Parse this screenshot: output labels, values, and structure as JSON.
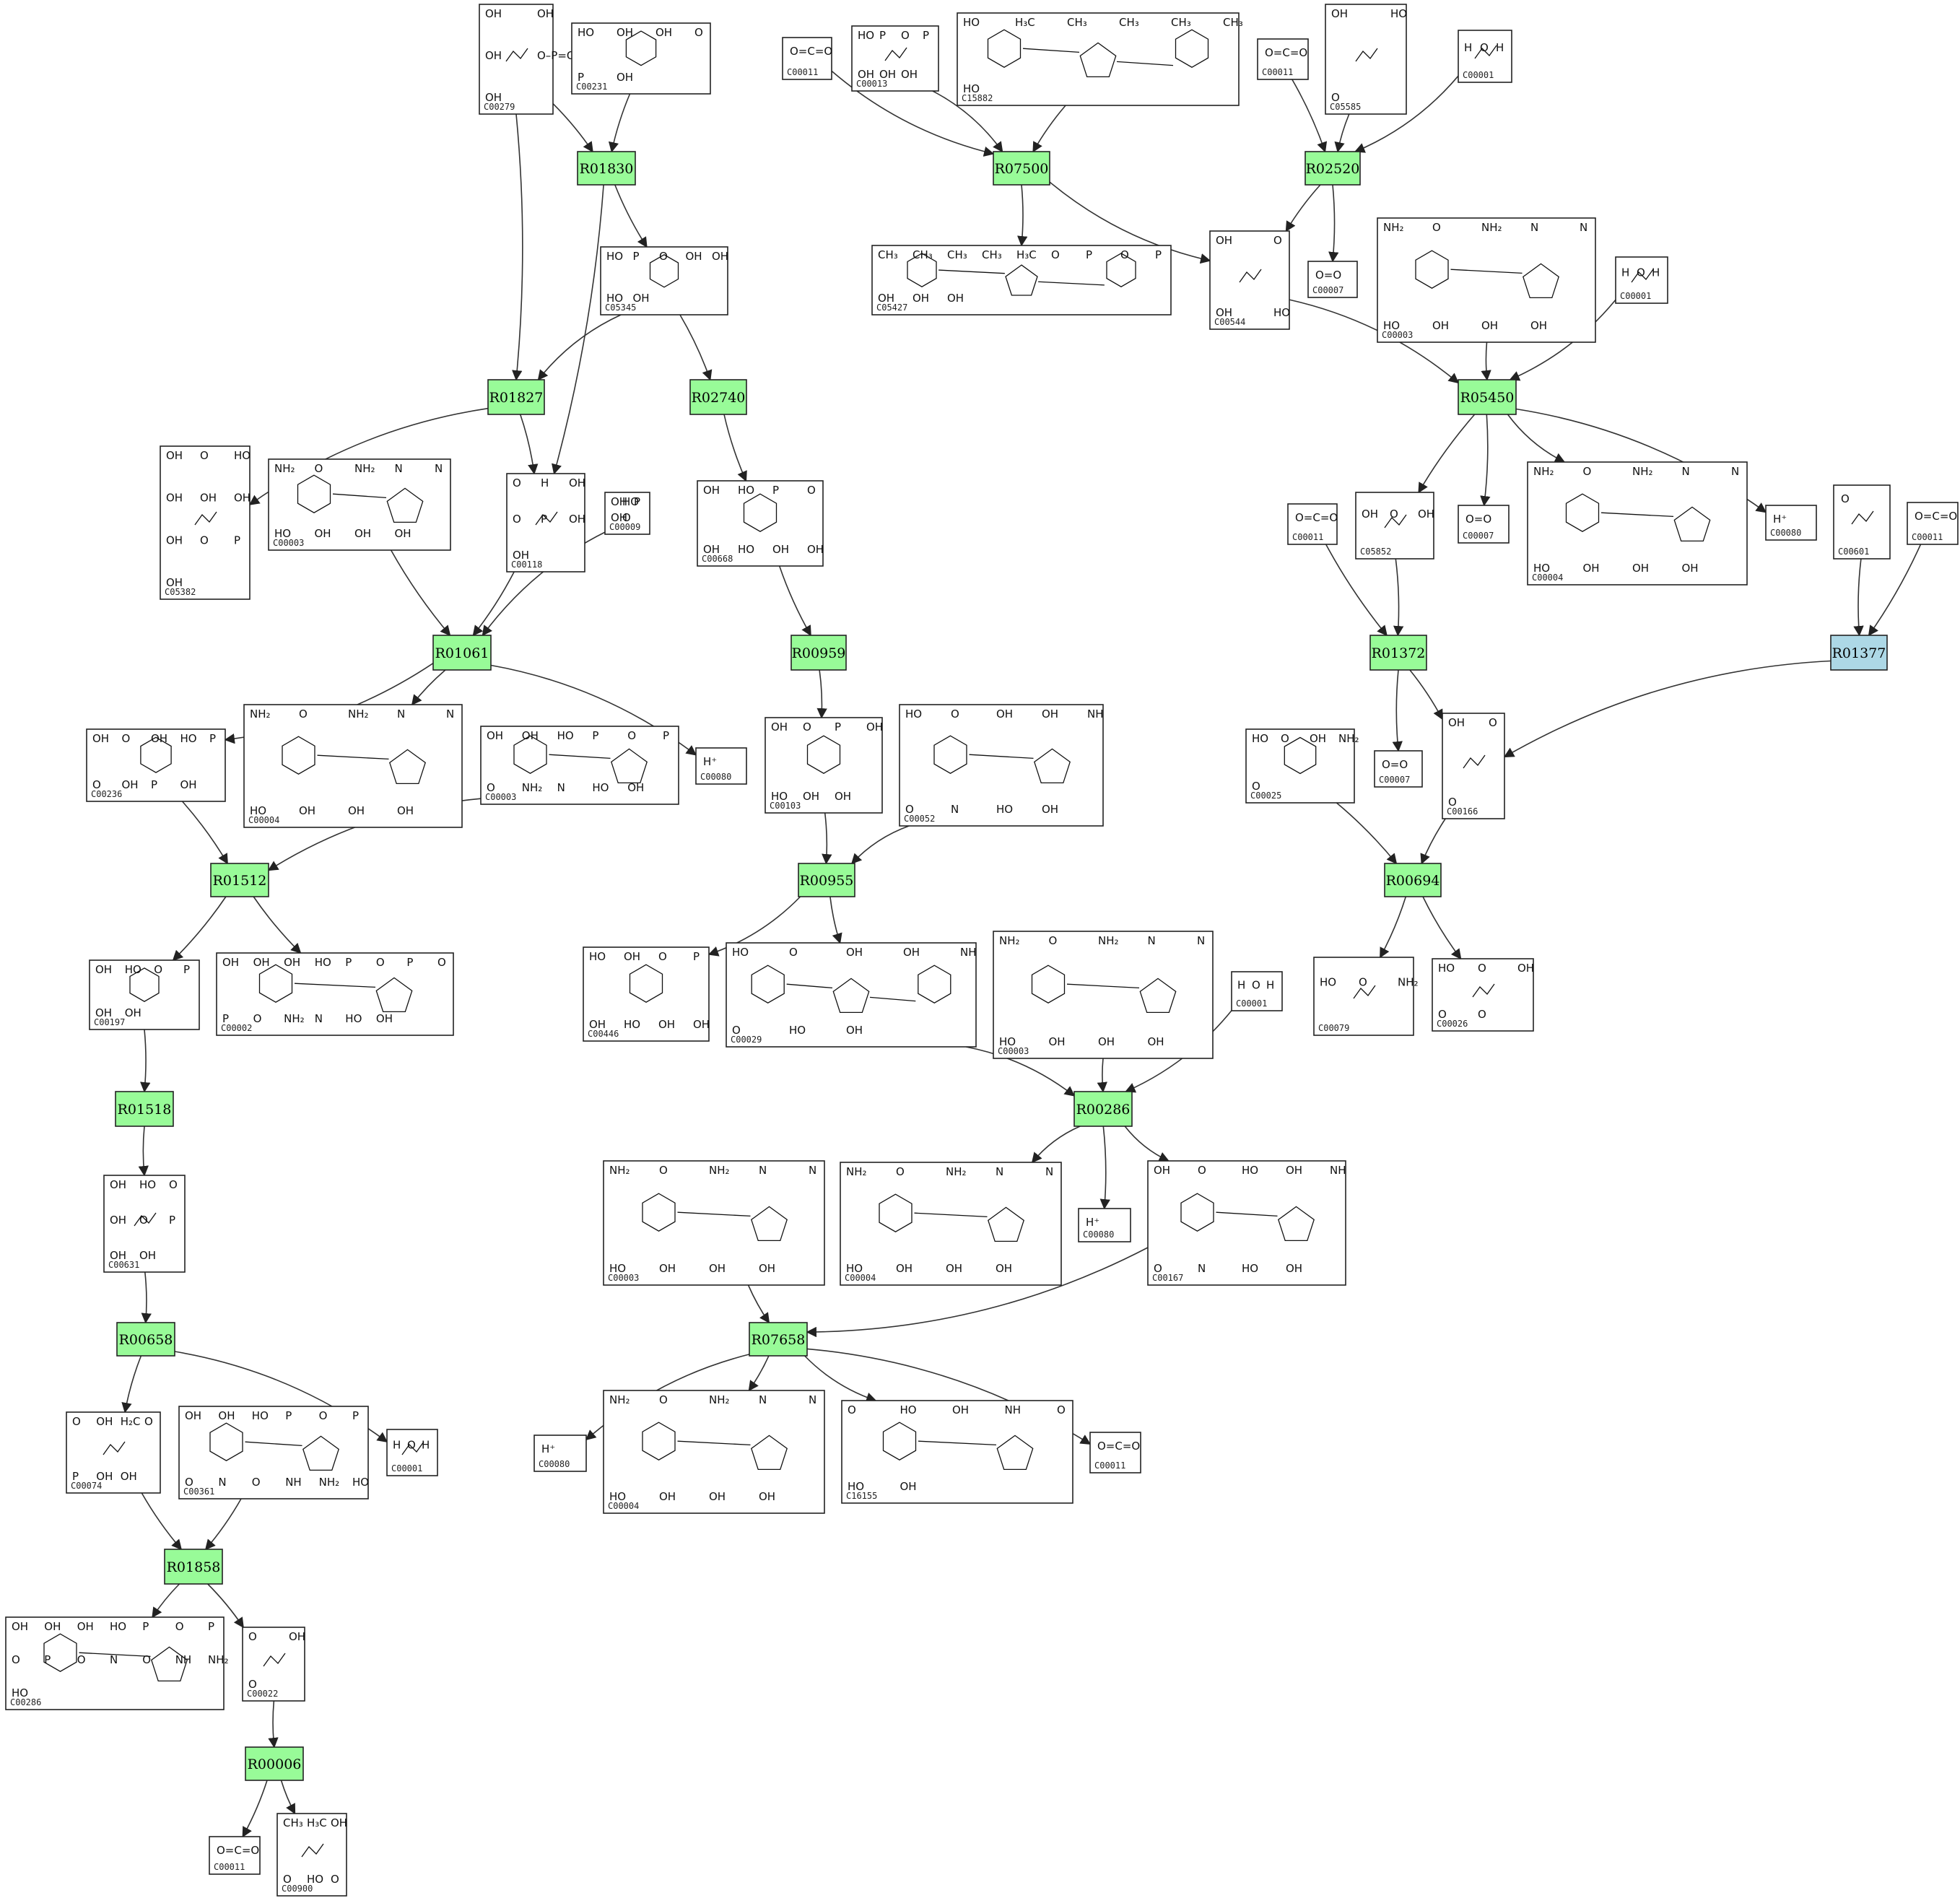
{
  "diagram": {
    "type": "metabolic-reaction-network",
    "colors": {
      "reaction_fill": "#98fb98",
      "highlight_fill": "#add8e6",
      "compound_stroke": "#222222",
      "edge_color": "#333333",
      "background": "#ffffff"
    },
    "compounds": [
      {
        "id": "c1",
        "cid": "C00279",
        "atoms": [
          "OH",
          "OH",
          "OH",
          "O–P=O",
          "OH"
        ]
      },
      {
        "id": "c2",
        "cid": "C00231",
        "atoms": [
          "HO",
          "OH",
          "OH",
          "O",
          "P",
          "OH"
        ]
      },
      {
        "id": "c3",
        "cid": "C00011",
        "atoms": [
          "O=C=O"
        ]
      },
      {
        "id": "c4",
        "cid": "C00013",
        "atoms": [
          "HO",
          "P",
          "O",
          "P",
          "OH",
          "OH",
          "OH"
        ]
      },
      {
        "id": "c5",
        "cid": "C15882",
        "atoms": [
          "HO",
          "H₃C",
          "CH₃",
          "CH₃",
          "CH₃",
          "CH₃",
          "HO"
        ]
      },
      {
        "id": "c6",
        "cid": "C00011",
        "atoms": [
          "O=C=O"
        ]
      },
      {
        "id": "c7",
        "cid": "C05585",
        "atoms": [
          "OH",
          "HO",
          "O"
        ]
      },
      {
        "id": "c8",
        "cid": "C00001",
        "atoms": [
          "H",
          "O",
          "H"
        ]
      },
      {
        "id": "c9",
        "cid": "C05345",
        "atoms": [
          "HO",
          "P",
          "O",
          "OH",
          "OH",
          "HO",
          "OH"
        ]
      },
      {
        "id": "c10",
        "cid": "C05427",
        "atoms": [
          "CH₃",
          "CH₃",
          "CH₃",
          "CH₃",
          "H₃C",
          "O",
          "P",
          "O",
          "P",
          "OH",
          "OH",
          "OH"
        ]
      },
      {
        "id": "c11",
        "cid": "C00544",
        "atoms": [
          "OH",
          "O",
          "OH",
          "HO"
        ]
      },
      {
        "id": "c12",
        "cid": "C00007",
        "atoms": [
          "O=O"
        ]
      },
      {
        "id": "c13",
        "cid": "C00003",
        "atoms": [
          "NH₂",
          "O",
          "NH₂",
          "N",
          "N",
          "HO",
          "OH",
          "OH",
          "OH"
        ]
      },
      {
        "id": "c14",
        "cid": "C00001",
        "atoms": [
          "H",
          "O",
          "H"
        ]
      },
      {
        "id": "c15",
        "cid": "C05382",
        "atoms": [
          "OH",
          "O",
          "HO",
          "OH",
          "OH",
          "OH",
          "OH",
          "O",
          "P",
          "OH"
        ]
      },
      {
        "id": "c16",
        "cid": "C00003",
        "atoms": [
          "NH₂",
          "O",
          "NH₂",
          "N",
          "N",
          "HO",
          "OH",
          "OH",
          "OH"
        ]
      },
      {
        "id": "c17",
        "cid": "C00118",
        "atoms": [
          "O",
          "H",
          "OH",
          "O",
          "P",
          "OH",
          "OH"
        ]
      },
      {
        "id": "c18",
        "cid": "C00009",
        "atoms": [
          "OH",
          "HO",
          "P",
          "OH",
          "O"
        ]
      },
      {
        "id": "c19",
        "cid": "C00668",
        "atoms": [
          "OH",
          "HO",
          "P",
          "O",
          "OH",
          "HO",
          "OH",
          "OH"
        ]
      },
      {
        "id": "c20",
        "cid": "C00011",
        "atoms": [
          "O=C=O"
        ]
      },
      {
        "id": "c21",
        "cid": "C05852",
        "atoms": [
          "OH",
          "O",
          "OH"
        ]
      },
      {
        "id": "c22",
        "cid": "C00007",
        "atoms": [
          "O=O"
        ]
      },
      {
        "id": "c23",
        "cid": "C00004",
        "atoms": [
          "NH₂",
          "O",
          "NH₂",
          "N",
          "N",
          "HO",
          "OH",
          "OH",
          "OH"
        ]
      },
      {
        "id": "c24",
        "cid": "C00080",
        "atoms": [
          "H⁺"
        ]
      },
      {
        "id": "c25",
        "cid": "C00601",
        "atoms": [
          "O"
        ]
      },
      {
        "id": "c26",
        "cid": "C00011",
        "atoms": [
          "O=C=O"
        ]
      },
      {
        "id": "c27",
        "cid": "C00236",
        "atoms": [
          "OH",
          "O",
          "OH",
          "HO",
          "P",
          "O",
          "OH",
          "P",
          "OH"
        ]
      },
      {
        "id": "c28",
        "cid": "C00004",
        "atoms": [
          "NH₂",
          "O",
          "NH₂",
          "N",
          "N",
          "HO",
          "OH",
          "OH",
          "OH"
        ]
      },
      {
        "id": "c29",
        "cid": "C00003",
        "atoms": [
          "OH",
          "OH",
          "HO",
          "P",
          "O",
          "P",
          "O",
          "NH₂",
          "N",
          "HO",
          "OH"
        ]
      },
      {
        "id": "c30",
        "cid": "C00080",
        "atoms": [
          "H⁺"
        ]
      },
      {
        "id": "c31",
        "cid": "C00103",
        "atoms": [
          "OH",
          "O",
          "P",
          "OH",
          "HO",
          "OH",
          "OH"
        ]
      },
      {
        "id": "c32",
        "cid": "C00052",
        "atoms": [
          "HO",
          "O",
          "OH",
          "OH",
          "NH",
          "O",
          "N",
          "HO",
          "OH"
        ]
      },
      {
        "id": "c33",
        "cid": "C00025",
        "atoms": [
          "HO",
          "O",
          "OH",
          "NH₂",
          "O"
        ]
      },
      {
        "id": "c34",
        "cid": "C00007",
        "atoms": [
          "O=O"
        ]
      },
      {
        "id": "c35",
        "cid": "C00166",
        "atoms": [
          "OH",
          "O",
          "O"
        ]
      },
      {
        "id": "c36",
        "cid": "C00197",
        "atoms": [
          "OH",
          "HO",
          "O",
          "P",
          "OH",
          "OH"
        ]
      },
      {
        "id": "c37",
        "cid": "C00002",
        "atoms": [
          "OH",
          "OH",
          "OH",
          "HO",
          "P",
          "O",
          "P",
          "O",
          "P",
          "O",
          "NH₂",
          "N",
          "HO",
          "OH"
        ]
      },
      {
        "id": "c38",
        "cid": "C00446",
        "atoms": [
          "HO",
          "OH",
          "O",
          "P",
          "OH",
          "HO",
          "OH",
          "OH"
        ]
      },
      {
        "id": "c39",
        "cid": "C00029",
        "atoms": [
          "HO",
          "O",
          "OH",
          "OH",
          "NH",
          "O",
          "HO",
          "OH"
        ]
      },
      {
        "id": "c40",
        "cid": "C00003",
        "atoms": [
          "NH₂",
          "O",
          "NH₂",
          "N",
          "N",
          "HO",
          "OH",
          "OH",
          "OH"
        ]
      },
      {
        "id": "c41",
        "cid": "C00001",
        "atoms": [
          "H",
          "O",
          "H"
        ]
      },
      {
        "id": "c42",
        "cid": "C00079",
        "atoms": [
          "HO",
          "O",
          "NH₂"
        ]
      },
      {
        "id": "c43",
        "cid": "C00026",
        "atoms": [
          "HO",
          "O",
          "OH",
          "O",
          "O"
        ]
      },
      {
        "id": "c44",
        "cid": "C00631",
        "atoms": [
          "OH",
          "HO",
          "O",
          "OH",
          "O",
          "P",
          "OH",
          "OH"
        ]
      },
      {
        "id": "c45",
        "cid": "C00003",
        "atoms": [
          "NH₂",
          "O",
          "NH₂",
          "N",
          "N",
          "HO",
          "OH",
          "OH",
          "OH"
        ]
      },
      {
        "id": "c46",
        "cid": "C00004",
        "atoms": [
          "NH₂",
          "O",
          "NH₂",
          "N",
          "N",
          "HO",
          "OH",
          "OH",
          "OH"
        ]
      },
      {
        "id": "c47",
        "cid": "C00080",
        "atoms": [
          "H⁺"
        ]
      },
      {
        "id": "c48",
        "cid": "C00167",
        "atoms": [
          "OH",
          "O",
          "HO",
          "OH",
          "NH",
          "O",
          "N",
          "HO",
          "OH"
        ]
      },
      {
        "id": "c49",
        "cid": "C00074",
        "atoms": [
          "O",
          "OH",
          "H₂C",
          "O",
          "P",
          "OH",
          "OH"
        ]
      },
      {
        "id": "c50",
        "cid": "C00361",
        "atoms": [
          "OH",
          "OH",
          "HO",
          "P",
          "O",
          "P",
          "O",
          "N",
          "O",
          "NH",
          "NH₂",
          "HO"
        ]
      },
      {
        "id": "c51",
        "cid": "C00001",
        "atoms": [
          "H",
          "O",
          "H"
        ]
      },
      {
        "id": "c52",
        "cid": "C00080",
        "atoms": [
          "H⁺"
        ]
      },
      {
        "id": "c53",
        "cid": "C00004",
        "atoms": [
          "NH₂",
          "O",
          "NH₂",
          "N",
          "N",
          "HO",
          "OH",
          "OH",
          "OH"
        ]
      },
      {
        "id": "c54",
        "cid": "C16155",
        "atoms": [
          "O",
          "HO",
          "OH",
          "NH",
          "O",
          "HO",
          "OH"
        ]
      },
      {
        "id": "c55",
        "cid": "C00011",
        "atoms": [
          "O=C=O"
        ]
      },
      {
        "id": "c56",
        "cid": "C00286",
        "atoms": [
          "OH",
          "OH",
          "OH",
          "HO",
          "P",
          "O",
          "P",
          "O",
          "P",
          "O",
          "N",
          "O",
          "NH",
          "NH₂",
          "HO"
        ]
      },
      {
        "id": "c57",
        "cid": "C00022",
        "atoms": [
          "O",
          "OH",
          "O"
        ]
      },
      {
        "id": "c58",
        "cid": "C00011",
        "atoms": [
          "O=C=O"
        ]
      },
      {
        "id": "c59",
        "cid": "C00900",
        "atoms": [
          "CH₃",
          "H₃C",
          "OH",
          "O",
          "HO",
          "O"
        ]
      }
    ],
    "reactions": [
      {
        "id": "r1",
        "label": "R01830",
        "highlight": false
      },
      {
        "id": "r2",
        "label": "R07500",
        "highlight": false
      },
      {
        "id": "r3",
        "label": "R02520",
        "highlight": false
      },
      {
        "id": "r4",
        "label": "R01827",
        "highlight": false
      },
      {
        "id": "r5",
        "label": "R02740",
        "highlight": false
      },
      {
        "id": "r6",
        "label": "R05450",
        "highlight": false
      },
      {
        "id": "r7",
        "label": "R01061",
        "highlight": false
      },
      {
        "id": "r8",
        "label": "R00959",
        "highlight": false
      },
      {
        "id": "r9",
        "label": "R01372",
        "highlight": false
      },
      {
        "id": "r10",
        "label": "R01377",
        "highlight": true
      },
      {
        "id": "r11",
        "label": "R01512",
        "highlight": false
      },
      {
        "id": "r12",
        "label": "R00955",
        "highlight": false
      },
      {
        "id": "r13",
        "label": "R00694",
        "highlight": false
      },
      {
        "id": "r14",
        "label": "R01518",
        "highlight": false
      },
      {
        "id": "r15",
        "label": "R00286",
        "highlight": false
      },
      {
        "id": "r16",
        "label": "R00658",
        "highlight": false
      },
      {
        "id": "r17",
        "label": "R07658",
        "highlight": false
      },
      {
        "id": "r18",
        "label": "R01858",
        "highlight": false
      },
      {
        "id": "r19",
        "label": "R00006",
        "highlight": false
      }
    ],
    "edges": [
      [
        "c1",
        "r1"
      ],
      [
        "c2",
        "r1"
      ],
      [
        "c1",
        "r4"
      ],
      [
        "r1",
        "c9"
      ],
      [
        "r1",
        "c17"
      ],
      [
        "c3",
        "r2"
      ],
      [
        "c4",
        "r2"
      ],
      [
        "c5",
        "r2"
      ],
      [
        "r2",
        "c10"
      ],
      [
        "r2",
        "c11"
      ],
      [
        "c6",
        "r3"
      ],
      [
        "c7",
        "r3"
      ],
      [
        "c8",
        "r3"
      ],
      [
        "r3",
        "c11"
      ],
      [
        "r3",
        "c12"
      ],
      [
        "c9",
        "r4"
      ],
      [
        "c9",
        "r5"
      ],
      [
        "r4",
        "c15"
      ],
      [
        "r4",
        "c17"
      ],
      [
        "r5",
        "c19"
      ],
      [
        "c11",
        "r6"
      ],
      [
        "c13",
        "r6"
      ],
      [
        "c14",
        "r6"
      ],
      [
        "r6",
        "c21"
      ],
      [
        "r6",
        "c22"
      ],
      [
        "r6",
        "c23"
      ],
      [
        "r6",
        "c24"
      ],
      [
        "c16",
        "r7"
      ],
      [
        "c17",
        "r7"
      ],
      [
        "c18",
        "r7"
      ],
      [
        "r7",
        "c27"
      ],
      [
        "r7",
        "c28"
      ],
      [
        "r7",
        "c30"
      ],
      [
        "c19",
        "r8"
      ],
      [
        "r8",
        "c31"
      ],
      [
        "c20",
        "r9"
      ],
      [
        "c21",
        "r9"
      ],
      [
        "r9",
        "c34"
      ],
      [
        "r9",
        "c35"
      ],
      [
        "c25",
        "r10"
      ],
      [
        "c26",
        "r10"
      ],
      [
        "r10",
        "c35"
      ],
      [
        "c27",
        "r11"
      ],
      [
        "c29",
        "r11"
      ],
      [
        "r11",
        "c36"
      ],
      [
        "r11",
        "c37"
      ],
      [
        "c31",
        "r12"
      ],
      [
        "c32",
        "r12"
      ],
      [
        "r12",
        "c38"
      ],
      [
        "r12",
        "c39"
      ],
      [
        "c33",
        "r13"
      ],
      [
        "c35",
        "r13"
      ],
      [
        "r13",
        "c42"
      ],
      [
        "r13",
        "c43"
      ],
      [
        "c36",
        "r14"
      ],
      [
        "r14",
        "c44"
      ],
      [
        "c39",
        "r15"
      ],
      [
        "c40",
        "r15"
      ],
      [
        "c41",
        "r15"
      ],
      [
        "r15",
        "c46"
      ],
      [
        "r15",
        "c47"
      ],
      [
        "r15",
        "c48"
      ],
      [
        "c44",
        "r16"
      ],
      [
        "r16",
        "c49"
      ],
      [
        "r16",
        "c51"
      ],
      [
        "c45",
        "r17"
      ],
      [
        "c48",
        "r17"
      ],
      [
        "r17",
        "c52"
      ],
      [
        "r17",
        "c53"
      ],
      [
        "r17",
        "c54"
      ],
      [
        "r17",
        "c55"
      ],
      [
        "c49",
        "r18"
      ],
      [
        "c50",
        "r18"
      ],
      [
        "r18",
        "c56"
      ],
      [
        "r18",
        "c57"
      ],
      [
        "c57",
        "r19"
      ],
      [
        "r19",
        "c58"
      ],
      [
        "r19",
        "c59"
      ]
    ]
  }
}
